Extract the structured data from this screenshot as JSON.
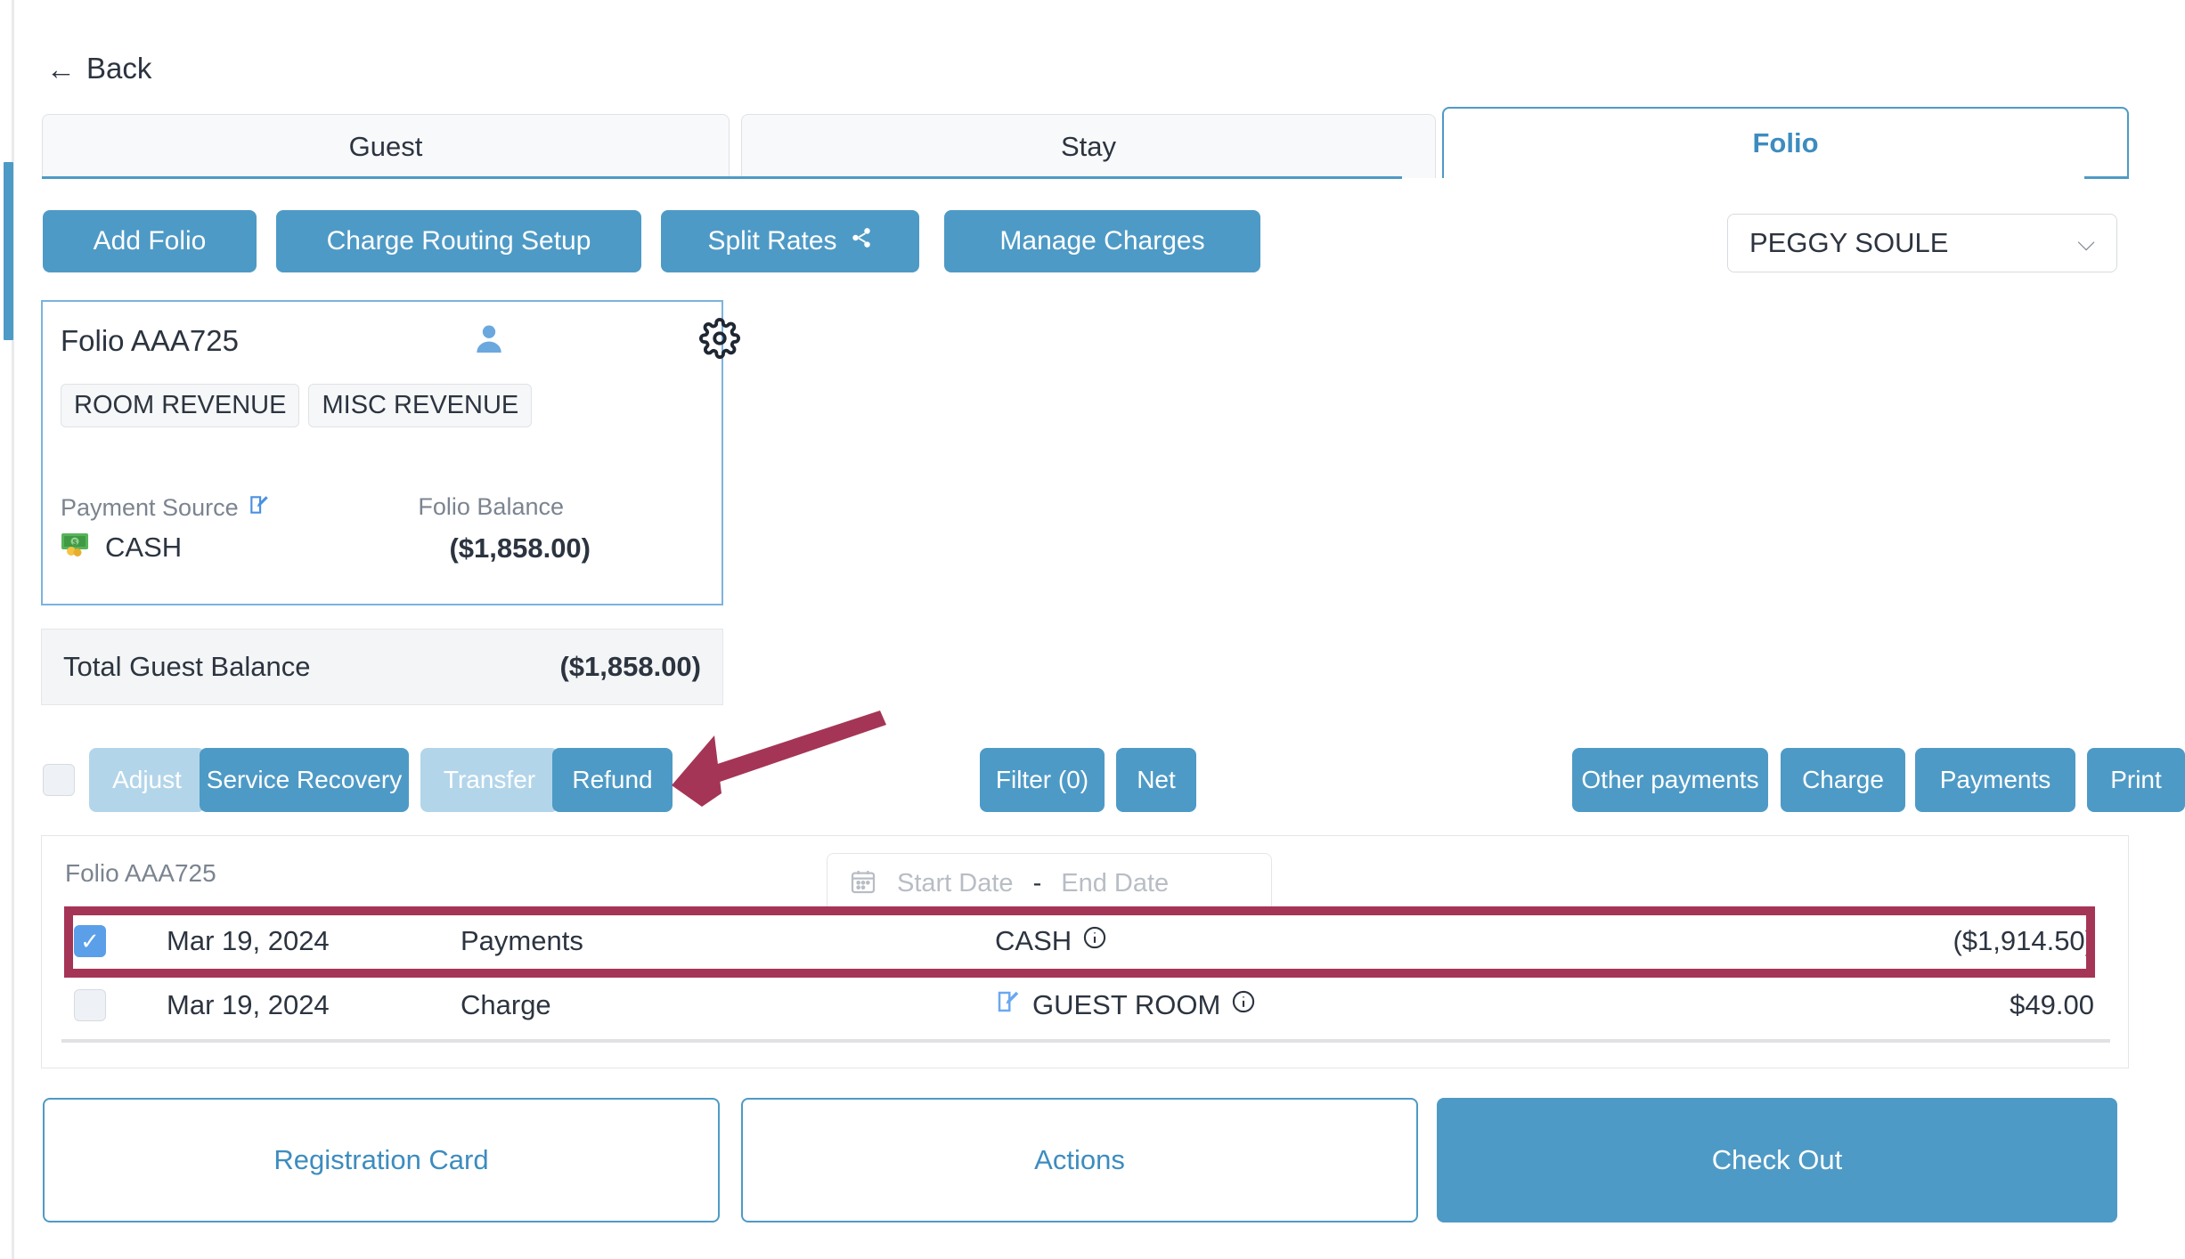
{
  "nav": {
    "back_label": "Back",
    "back_icon": "arrow-left-icon"
  },
  "tabs": [
    {
      "label": "Guest",
      "active": false
    },
    {
      "label": "Stay",
      "active": false
    },
    {
      "label": "Folio",
      "active": true
    }
  ],
  "toolbar": {
    "add_folio": "Add Folio",
    "charge_routing": "Charge Routing Setup",
    "split_rates": "Split Rates",
    "split_rates_icon": "share-icon",
    "manage_charges": "Manage Charges"
  },
  "guest_select": {
    "value": "PEGGY SOULE",
    "icon": "chevron-down-icon"
  },
  "folio_card": {
    "title": "Folio AAA725",
    "person_icon": "person-icon",
    "gear_icon": "gear-icon",
    "chips": [
      "ROOM REVENUE",
      "MISC REVENUE"
    ],
    "payment_source_label": "Payment Source",
    "payment_source_edit_icon": "edit-icon",
    "payment_source_value": "CASH",
    "payment_source_value_icon": "money-icon",
    "folio_balance_label": "Folio Balance",
    "folio_balance_value": "($1,858.00)"
  },
  "total_balance": {
    "label": "Total Guest Balance",
    "value": "($1,858.00)"
  },
  "row_actions": {
    "select_all_checkbox": "select-all",
    "adjust": "Adjust",
    "service_recovery": "Service Recovery",
    "transfer": "Transfer",
    "refund": "Refund",
    "filter": "Filter (0)",
    "net": "Net",
    "other_payments": "Other payments",
    "charge": "Charge",
    "payments": "Payments",
    "print": "Print"
  },
  "table": {
    "subtitle": "Folio AAA725",
    "date_filter": {
      "calendar_icon": "calendar-icon",
      "start_placeholder": "Start Date",
      "separator": "-",
      "end_placeholder": "End Date"
    },
    "rows": [
      {
        "checked": true,
        "date": "Mar 19, 2024",
        "type": "Payments",
        "description": "CASH",
        "info_icon": "info-icon",
        "has_edit_icon": false,
        "amount": "($1,914.50)",
        "highlighted": true
      },
      {
        "checked": false,
        "date": "Mar 19, 2024",
        "type": "Charge",
        "description": "GUEST ROOM",
        "info_icon": "info-icon",
        "has_edit_icon": true,
        "edit_icon": "edit-icon",
        "amount": "$49.00",
        "highlighted": false
      }
    ]
  },
  "footer": {
    "registration_card": "Registration Card",
    "actions": "Actions",
    "check_out": "Check Out"
  },
  "annotation": {
    "arrow_icon": "arrow-pointer-annotation",
    "color": "#a53556"
  },
  "colors": {
    "primary_blue": "#4e9ac6",
    "disabled_blue": "#b3d5ea",
    "accent_red": "#a53556",
    "text_dark": "#2c3440",
    "text_muted": "#7b8490"
  }
}
